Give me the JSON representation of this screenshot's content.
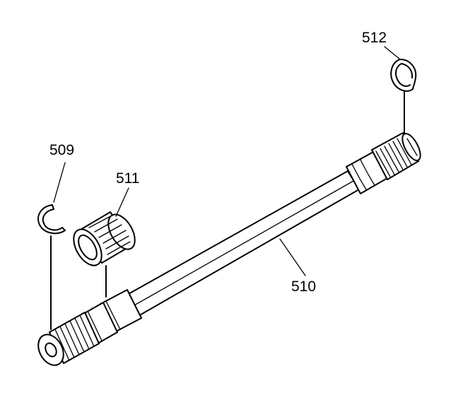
{
  "diagram": {
    "callouts": {
      "snap_ring_left": "509",
      "shaft": "510",
      "needle_bearing": "511",
      "snap_ring_right": "512"
    }
  }
}
